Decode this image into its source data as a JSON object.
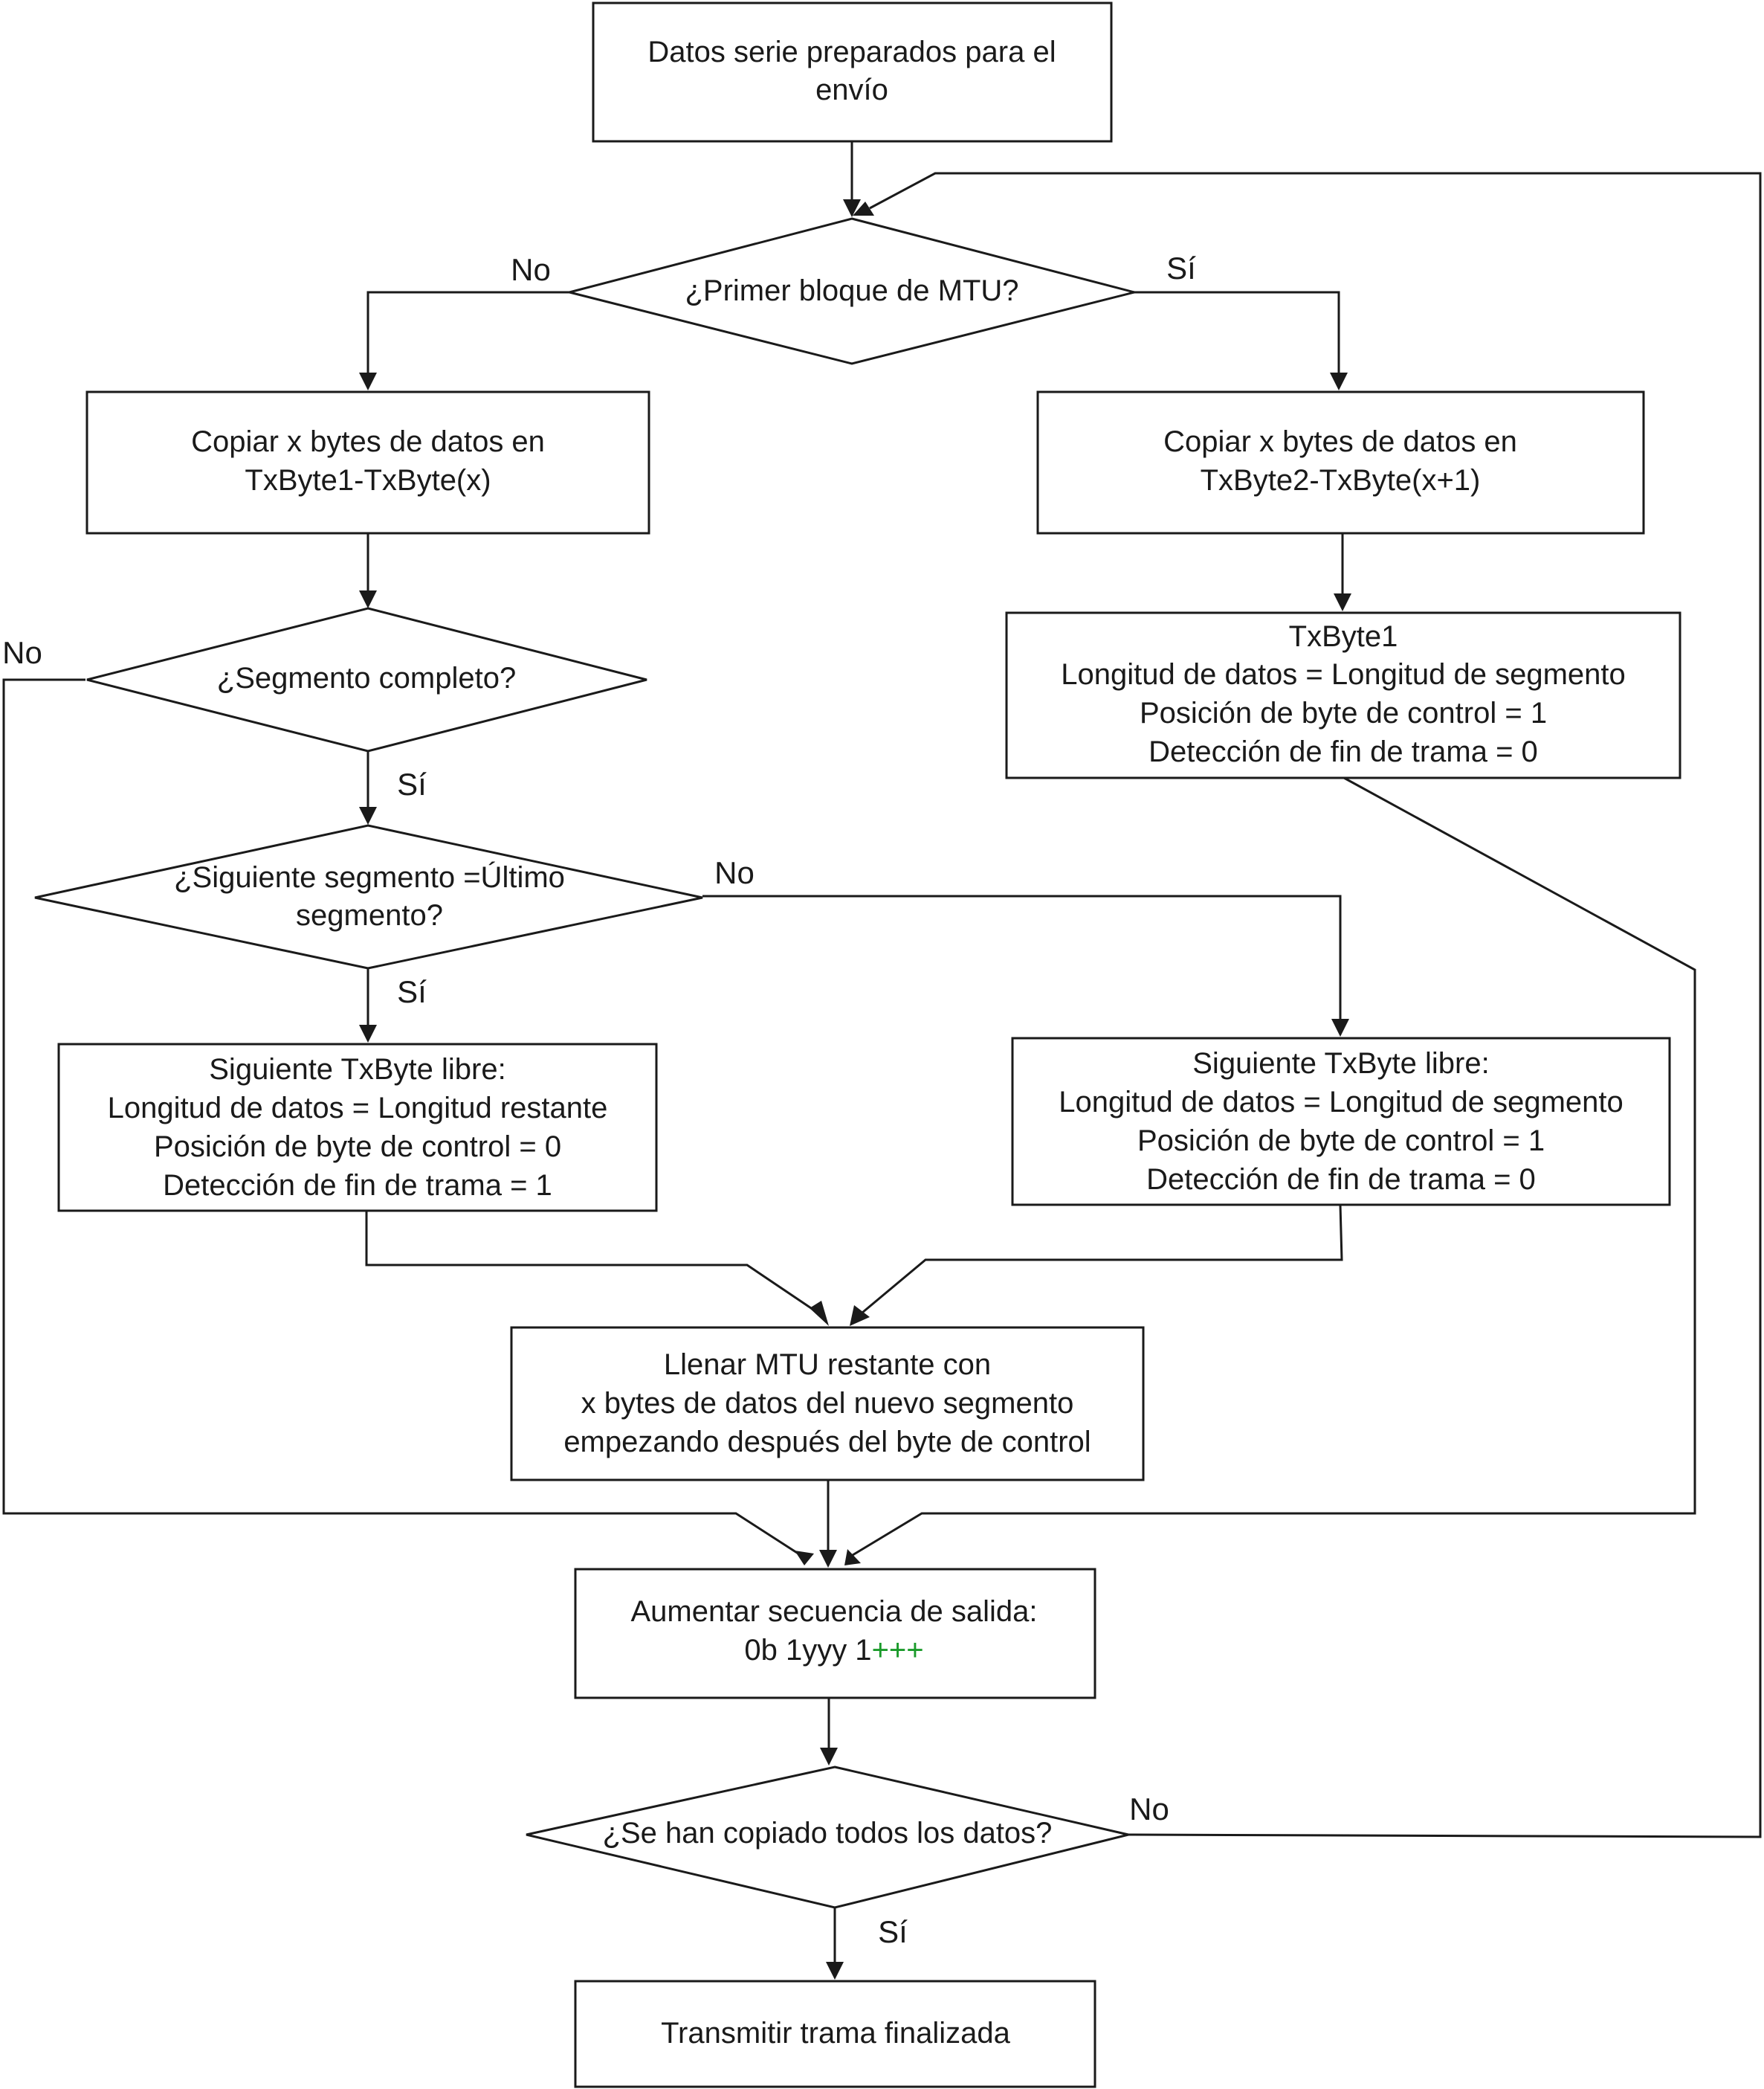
{
  "nodes": {
    "start": {
      "lines": [
        "Datos serie preparados para el",
        "envío"
      ]
    },
    "first_block": {
      "lines": [
        "¿Primer bloque de MTU?"
      ]
    },
    "copy_left": {
      "lines": [
        "Copiar x bytes de datos en",
        "TxByte1-TxByte(x)"
      ]
    },
    "copy_right": {
      "lines": [
        "Copiar x bytes de datos en",
        "TxByte2-TxByte(x+1)"
      ]
    },
    "txbyte1": {
      "lines": [
        "TxByte1",
        "Longitud de datos = Longitud de segmento",
        "Posición de byte de control = 1",
        "Detección de fin de trama = 0"
      ]
    },
    "segment_complete": {
      "lines": [
        "¿Segmento completo?"
      ]
    },
    "next_last": {
      "lines": [
        "¿Siguiente segmento =Último",
        "segmento?"
      ]
    },
    "next_free_last": {
      "lines": [
        "Siguiente TxByte libre:",
        "Longitud de datos = Longitud restante",
        "Posición de byte de control = 0",
        "Detección de fin de trama = 1"
      ]
    },
    "next_free_mid": {
      "lines": [
        "Siguiente TxByte libre:",
        "Longitud de datos = Longitud de segmento",
        "Posición de byte de control = 1",
        "Detección de fin de trama = 0"
      ]
    },
    "fill_mtu": {
      "lines": [
        "Llenar MTU restante con",
        "x bytes de datos del nuevo segmento",
        "empezando después del byte de control"
      ]
    },
    "increment": {
      "line1": "Aumentar secuencia de salida:",
      "line2_prefix": "0b 1yyy 1",
      "line2_suffix": "+++"
    },
    "all_copied": {
      "lines": [
        "¿Se han copiado todos los datos?"
      ]
    },
    "transmit": {
      "lines": [
        "Transmitir trama finalizada"
      ]
    }
  },
  "labels": {
    "first_no": "No",
    "first_yes": "Sí",
    "segment_no": "No",
    "segment_yes": "Sí",
    "next_no": "No",
    "next_yes": "Sí",
    "all_no": "No",
    "all_yes": "Sí"
  },
  "colors": {
    "line": "#1a1a1a",
    "highlight": "#1a9a2a"
  }
}
